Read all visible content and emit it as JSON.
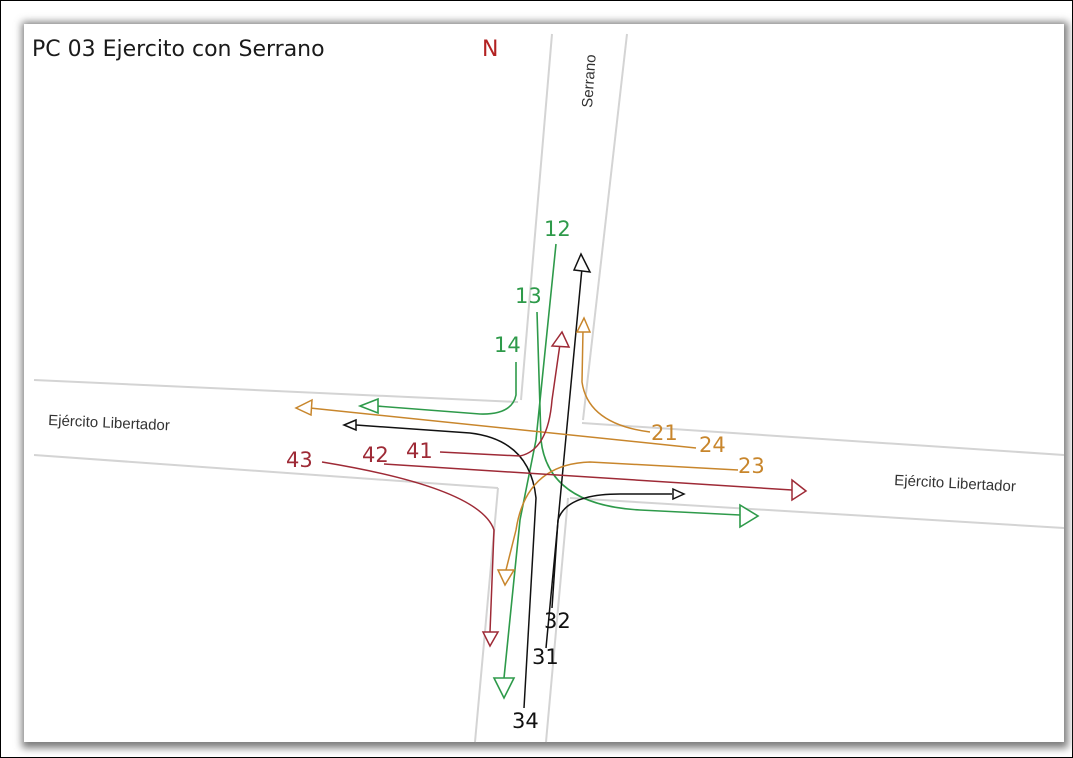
{
  "title": "PC 03 Ejercito con Serrano",
  "north_label": "N",
  "streets": {
    "serrano": "Serrano",
    "ejercito_west": "Ejército Libertador",
    "ejercito_east": "Ejército Libertador"
  },
  "colors": {
    "green": "#2e9a4a",
    "black": "#111111",
    "orange": "#c8862c",
    "red": "#9e2a36",
    "road_edge": "#d2d2d2",
    "frame_shadow": "#8c8c8c"
  },
  "movements": {
    "m12": "12",
    "m13": "13",
    "m14": "14",
    "m21": "21",
    "m23": "23",
    "m24": "24",
    "m31": "31",
    "m32": "32",
    "m34": "34",
    "m41": "41",
    "m42": "42",
    "m43": "43"
  }
}
